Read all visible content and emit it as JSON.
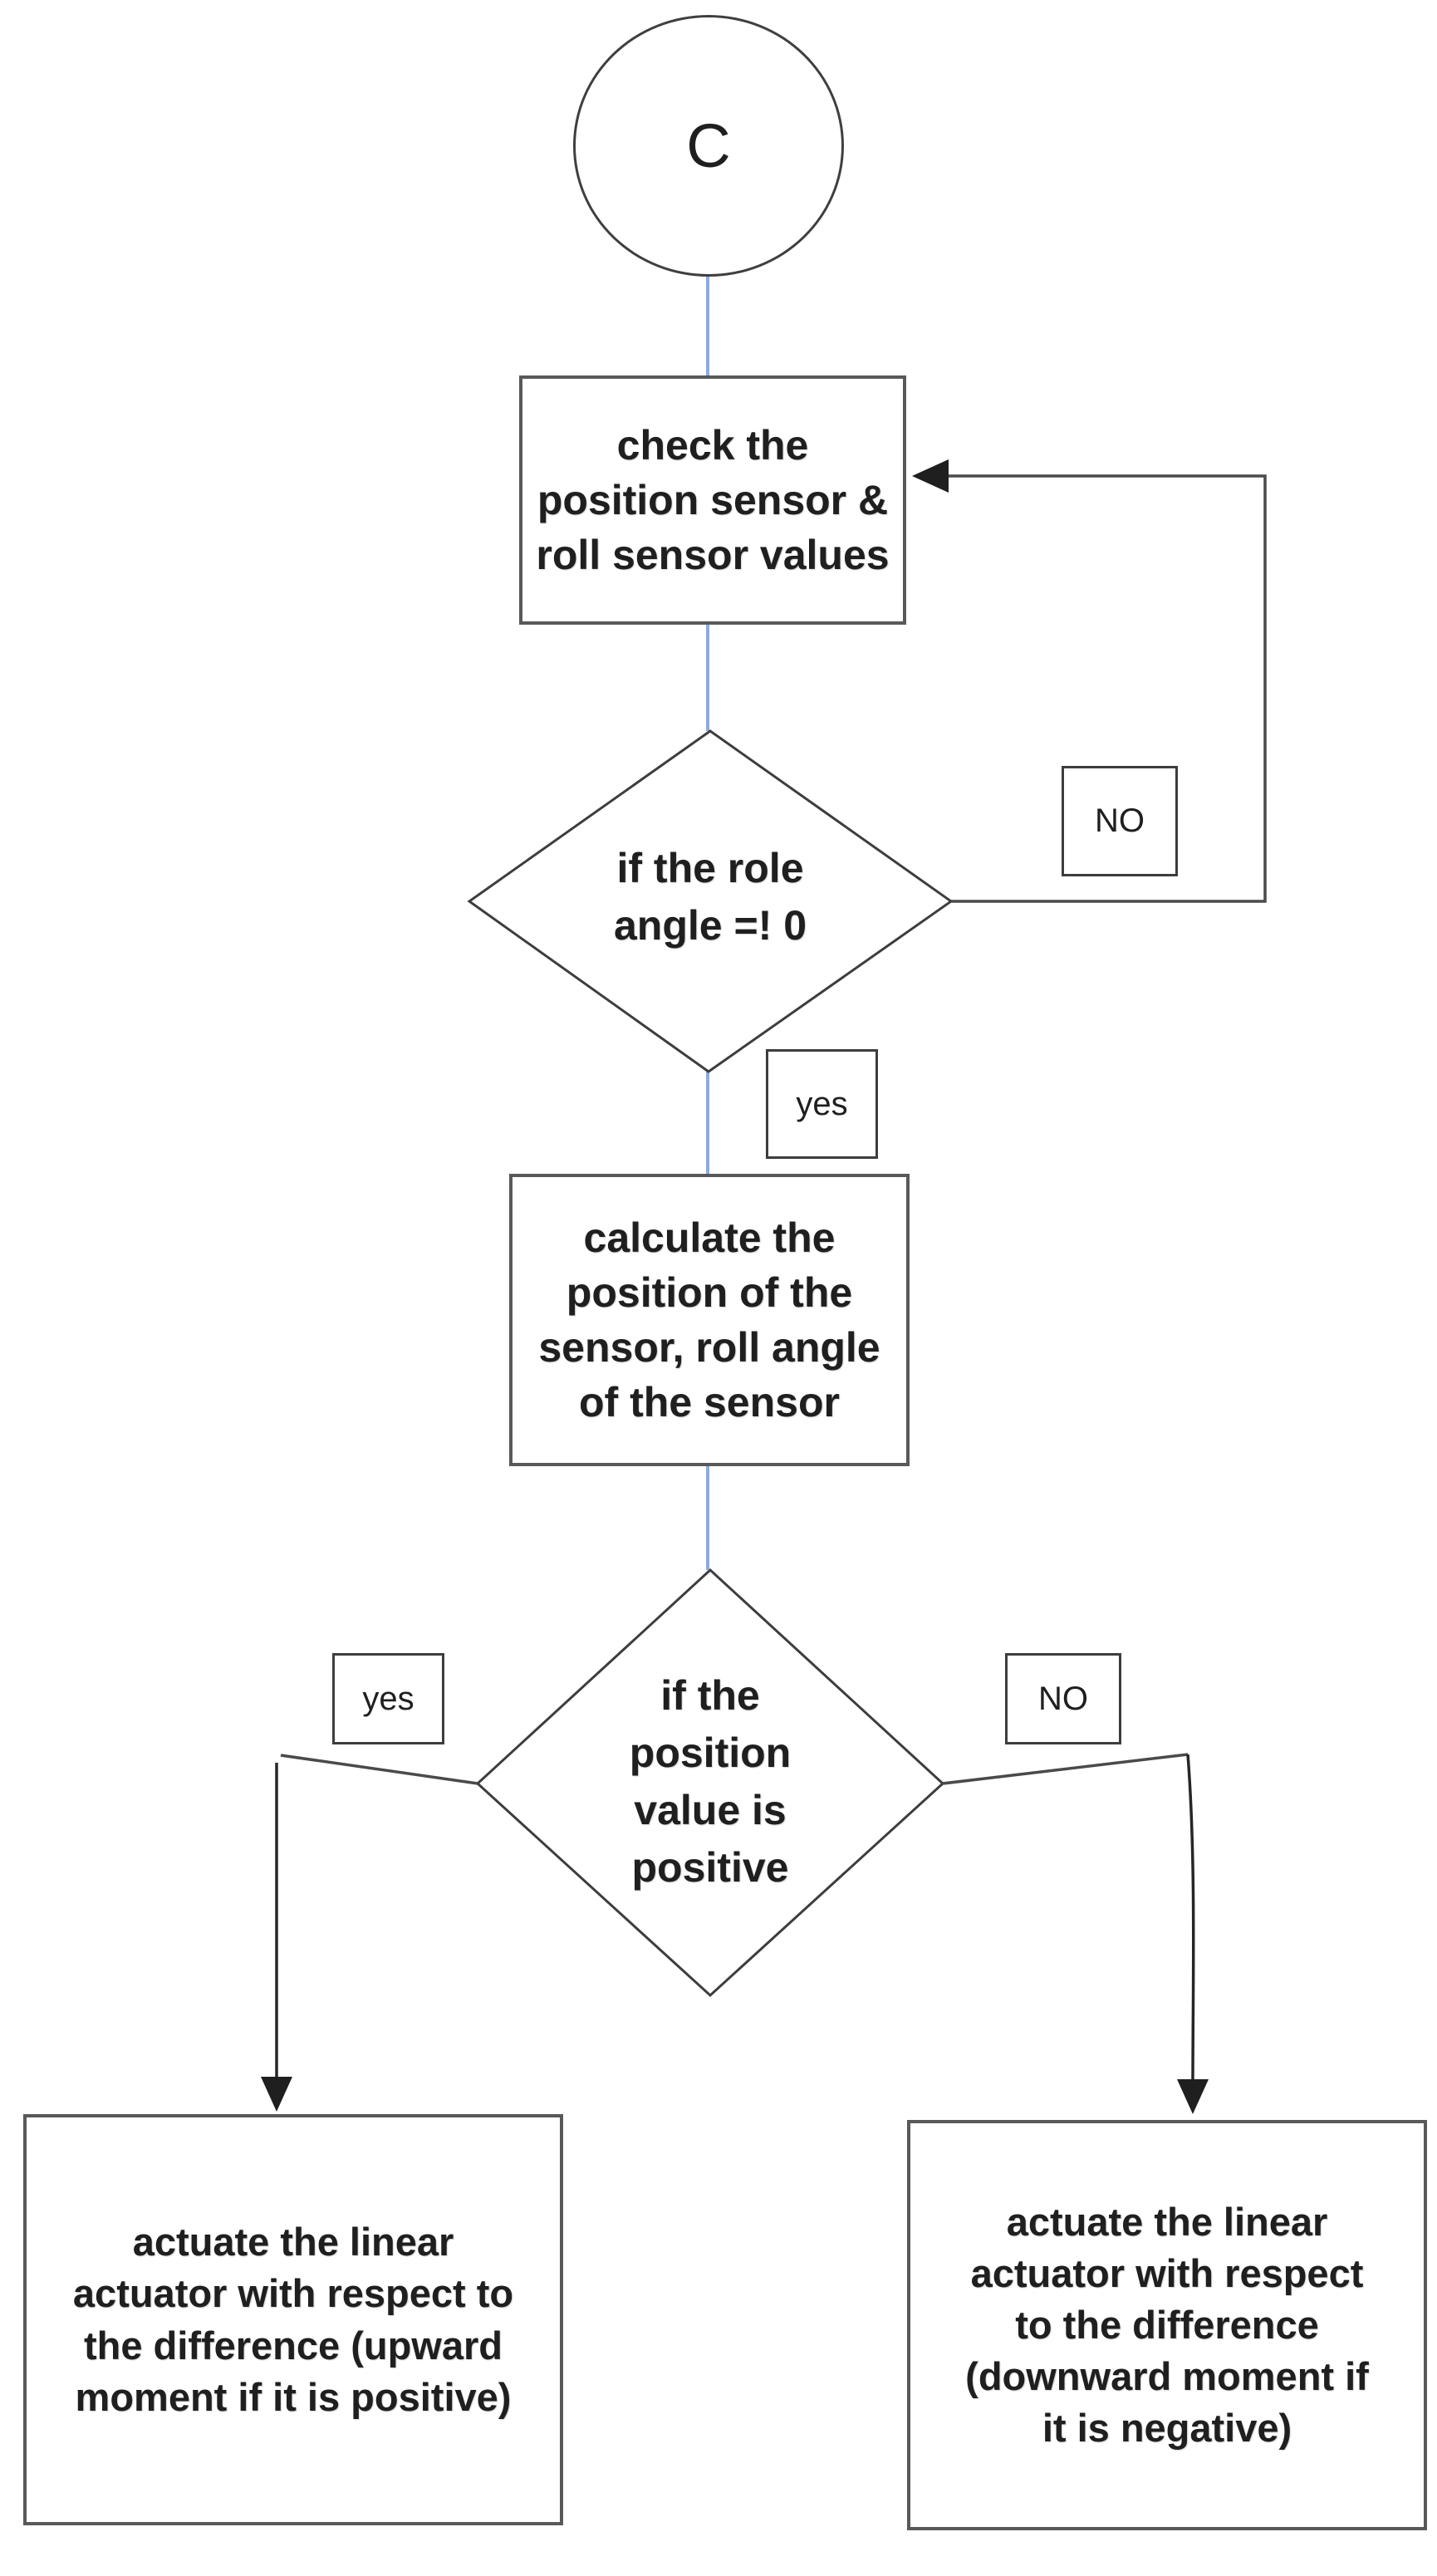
{
  "diagram": {
    "title": "control loop flowchart",
    "background": "#ffffff",
    "connector_blue": "#8faadc",
    "connector_dark": "#4a4a4a",
    "arrow_black": "#1f1f1f",
    "shape_border": "#595959",
    "text_color": "#1f1f1f",
    "nodes": {
      "start": {
        "label": "C"
      },
      "check_sensors": {
        "lines": [
          "check the",
          "position sensor &",
          "roll sensor values"
        ]
      },
      "decision_roll": {
        "lines": [
          "if the role",
          "angle =! 0"
        ]
      },
      "no_label_1": {
        "label": "NO"
      },
      "yes_label_1": {
        "label": "yes"
      },
      "calculate": {
        "lines": [
          "calculate the",
          "position of the",
          "sensor, roll angle",
          "of the sensor"
        ]
      },
      "decision_position": {
        "lines": [
          "if the",
          "position",
          "value is",
          "positive"
        ]
      },
      "yes_label_2": {
        "label": "yes"
      },
      "no_label_2": {
        "label": "NO"
      },
      "actuate_upward": {
        "lines": [
          "actuate the linear",
          "actuator with respect to",
          "the difference (upward",
          "moment if it is positive)"
        ]
      },
      "actuate_downward": {
        "lines": [
          "actuate the linear",
          "actuator with respect",
          "to the difference",
          "(downward moment if",
          "it is negative)"
        ]
      }
    }
  }
}
